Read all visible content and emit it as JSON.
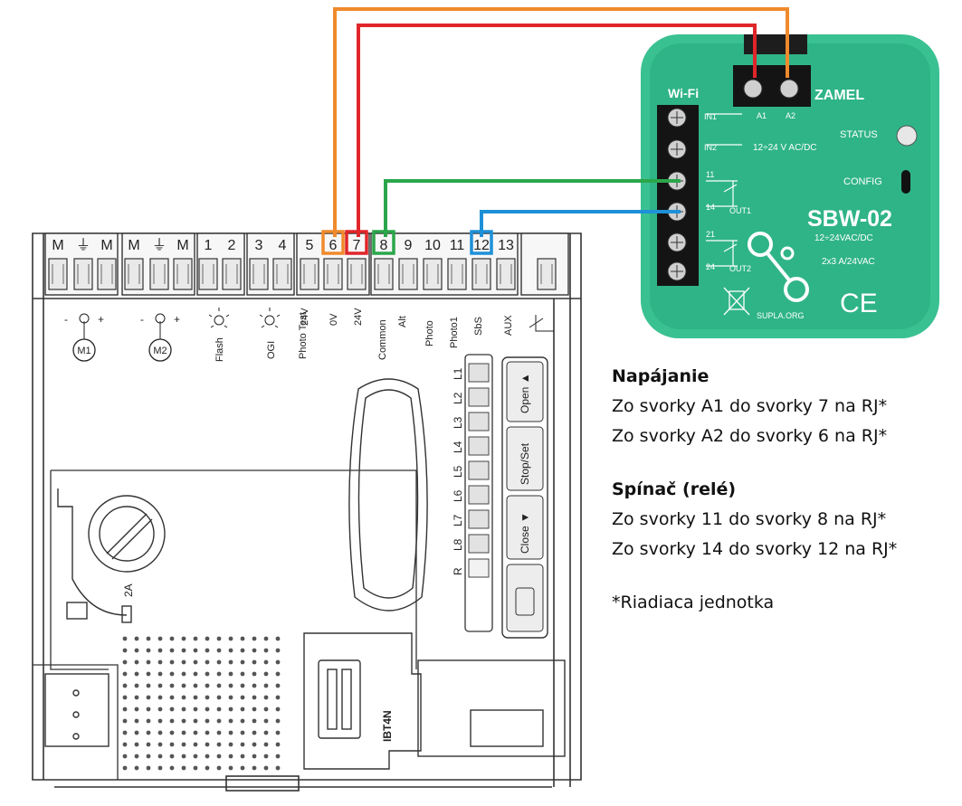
{
  "controller": {
    "terminals": [
      {
        "label": "M"
      },
      {
        "label": "⏚"
      },
      {
        "label": "M"
      },
      {
        "label": "M"
      },
      {
        "label": "⏚"
      },
      {
        "label": "M"
      },
      {
        "label": "1"
      },
      {
        "label": "2"
      },
      {
        "label": "3"
      },
      {
        "label": "4"
      },
      {
        "label": "5"
      },
      {
        "label": "6",
        "highlight": "#f08a2c"
      },
      {
        "label": "7",
        "highlight": "#e0262a"
      },
      {
        "label": "8",
        "highlight": "#2aa64a"
      },
      {
        "label": "9"
      },
      {
        "label": "10"
      },
      {
        "label": "11"
      },
      {
        "label": "12",
        "highlight": "#1e90d8"
      },
      {
        "label": "13"
      },
      {
        "label": ""
      }
    ],
    "function_labels": {
      "m1": "M1",
      "m2": "M2",
      "flash": "Flash",
      "ogi": "OGI",
      "photo_test": "Photo\nTest",
      "v24_a": "24V",
      "v0": "0V",
      "v24_b": "24V",
      "common": "Common",
      "alt": "Alt",
      "photo": "Photo",
      "photo1": "Photo1",
      "sbs": "SbS",
      "aux": "AUX"
    },
    "leds": [
      "L1",
      "L2",
      "L3",
      "L4",
      "L5",
      "L6",
      "L7",
      "L8",
      "R"
    ],
    "buttons": {
      "open": "Open ▲",
      "stopset": "Stop/Set",
      "close": "Close ▼"
    },
    "fuse": "2A",
    "module": "IBT4N"
  },
  "module": {
    "model": "SBW-02",
    "brand": "ZAMEL",
    "wifi": "Wi-Fi",
    "status": "STATUS",
    "config": "CONFIG",
    "supla": "SUPLA.ORG",
    "ce": "CE",
    "top_terminals": [
      "A1",
      "A2"
    ],
    "supply_spec": "12÷24 V AC/DC",
    "supply_spec2": "12÷24VAC/DC",
    "relay_spec": "2x3 A/24VAC",
    "left_labels": [
      "IN1",
      "IN2",
      "11",
      "14",
      "21",
      "24"
    ],
    "out_labels": [
      "OUT1",
      "OUT2"
    ]
  },
  "wires": [
    {
      "from": "A1",
      "to": "7",
      "color": "#e0262a"
    },
    {
      "from": "A2",
      "to": "6",
      "color": "#f08a2c"
    },
    {
      "from": "11",
      "to": "8",
      "color": "#2aa64a"
    },
    {
      "from": "14",
      "to": "12",
      "color": "#1e90d8"
    }
  ],
  "notes": {
    "power_title": "Napájanie",
    "power_1": "Zo svorky A1 do svorky 7 na RJ*",
    "power_2": "Zo svorky A2 do svorky 6 na RJ*",
    "switch_title": "Spínač (relé)",
    "switch_1": "Zo svorky 11 do svorky 8 na RJ*",
    "switch_2": "Zo svorky 14 do svorky 12 na RJ*",
    "footnote": "*Riadiaca jednotka"
  }
}
